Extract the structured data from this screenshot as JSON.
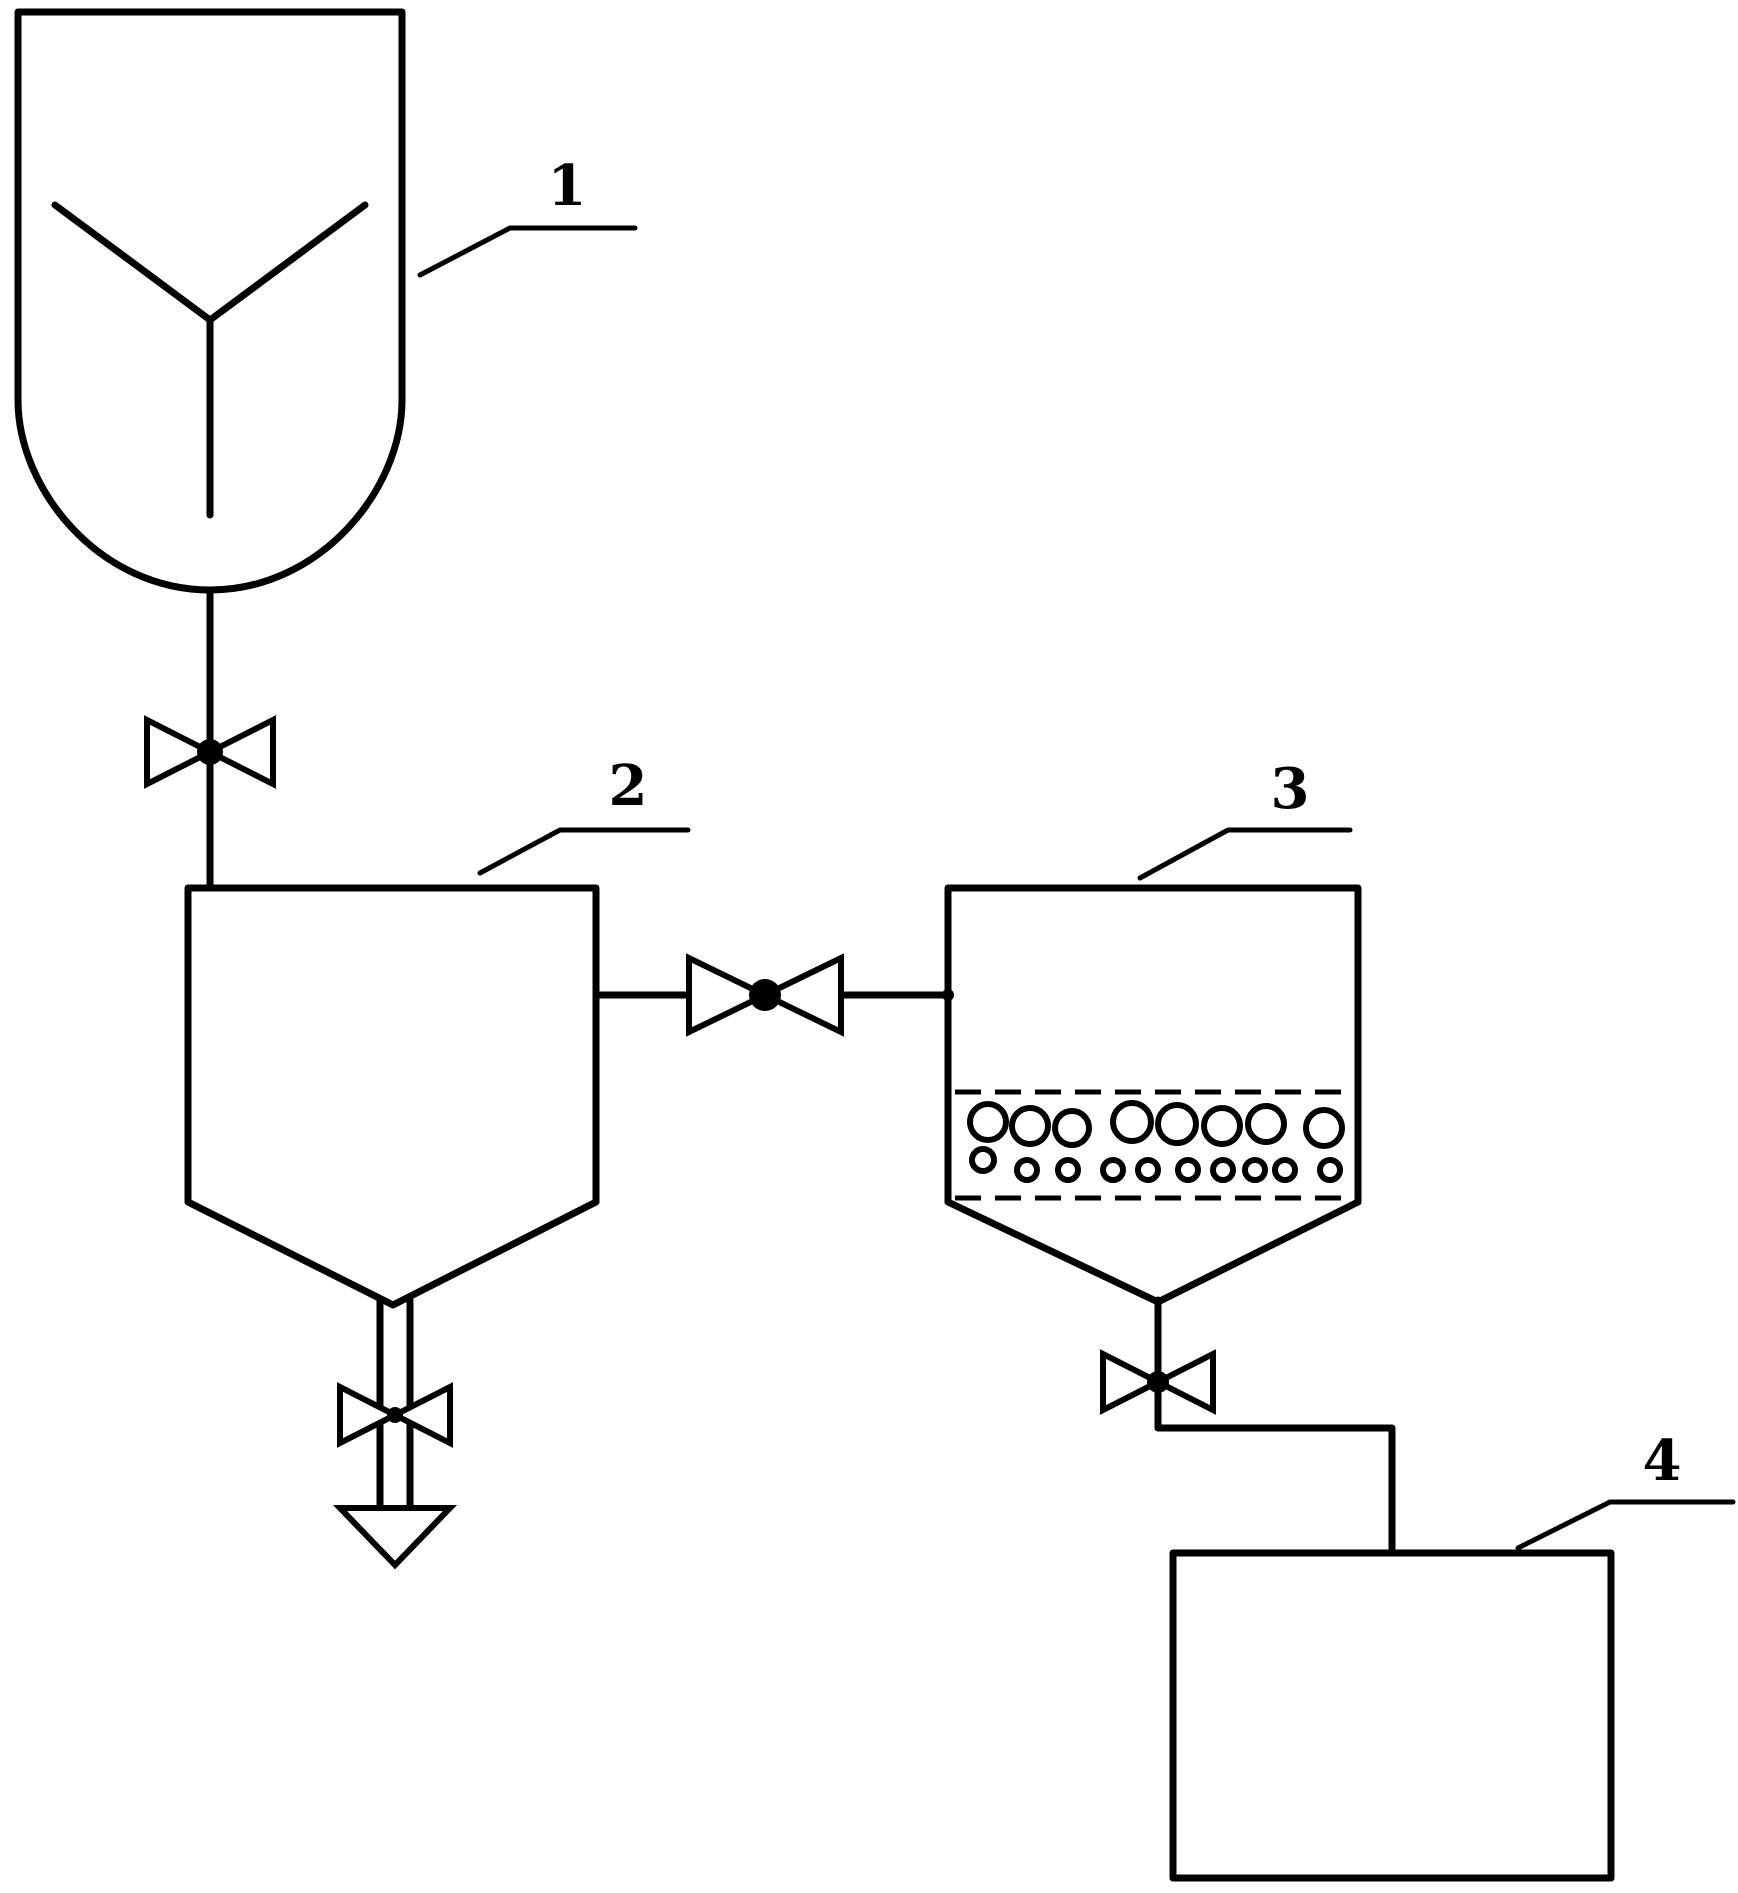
{
  "labels": {
    "unit_1": "1",
    "unit_2": "2",
    "unit_3": "3",
    "unit_4": "4"
  },
  "colors": {
    "line": "#000000",
    "background": "#ffffff"
  }
}
